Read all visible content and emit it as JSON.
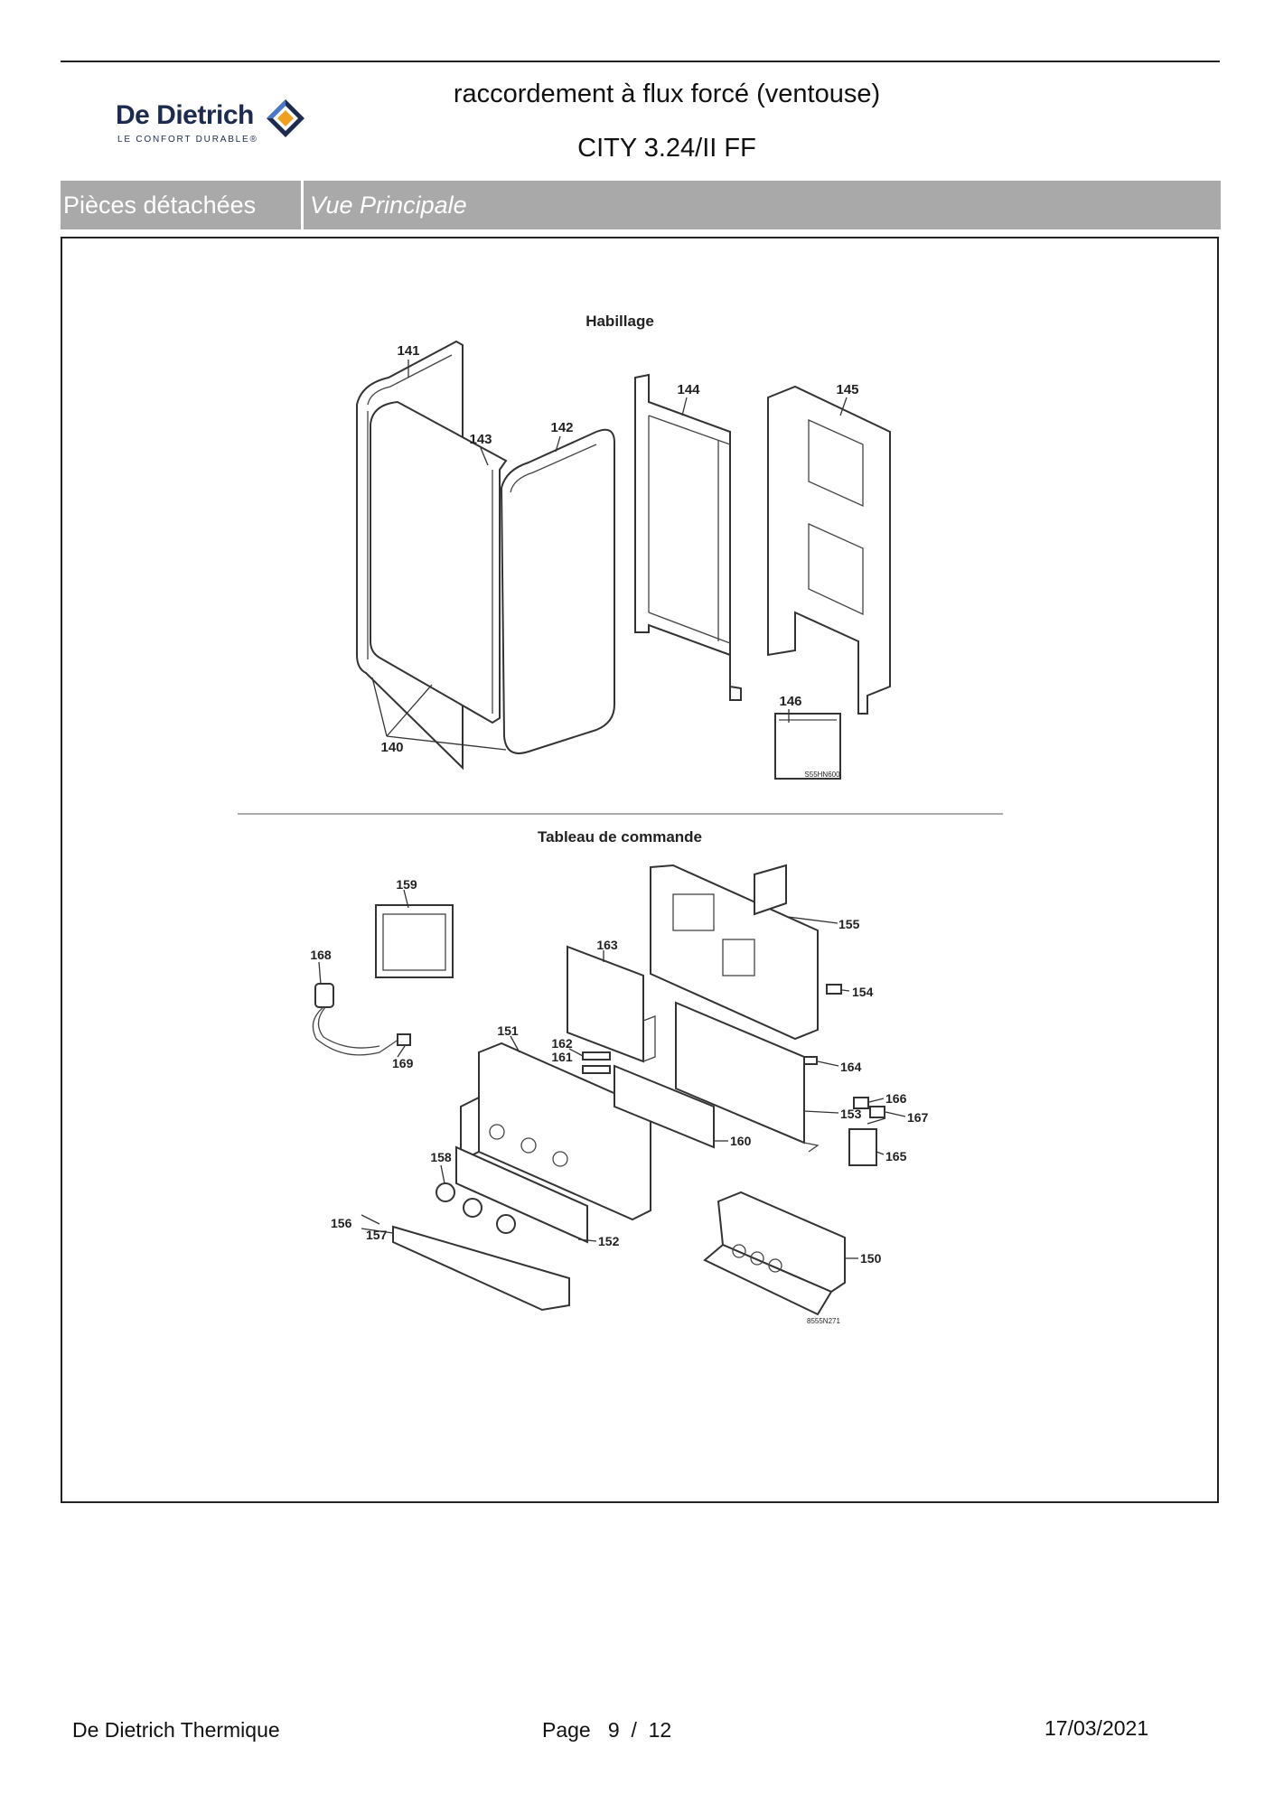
{
  "header": {
    "brand_name": "De Dietrich",
    "brand_tagline": "LE CONFORT DURABLE®",
    "title": "raccordement à flux forcé (ventouse)",
    "subtitle": "CITY 3.24/II FF"
  },
  "section": {
    "category": "Pièces détachées",
    "view": "Vue Principale"
  },
  "diagram": {
    "group1_title": "Habillage",
    "group2_title": "Tableau de commande",
    "ref1": "S55HN600",
    "ref2": "8555N271",
    "labels": {
      "p140": "140",
      "p141": "141",
      "p142": "142",
      "p143": "143",
      "p144": "144",
      "p145": "145",
      "p146": "146",
      "p150": "150",
      "p151": "151",
      "p152": "152",
      "p153": "153",
      "p154": "154",
      "p155": "155",
      "p156": "156",
      "p157": "157",
      "p158": "158",
      "p159": "159",
      "p160": "160",
      "p161": "161",
      "p162": "162",
      "p163": "163",
      "p164": "164",
      "p165": "165",
      "p166": "166",
      "p167": "167",
      "p168": "168",
      "p169": "169"
    }
  },
  "footer": {
    "company": "De Dietrich Thermique",
    "page": "Page   9  /  12",
    "date": "17/03/2021"
  }
}
